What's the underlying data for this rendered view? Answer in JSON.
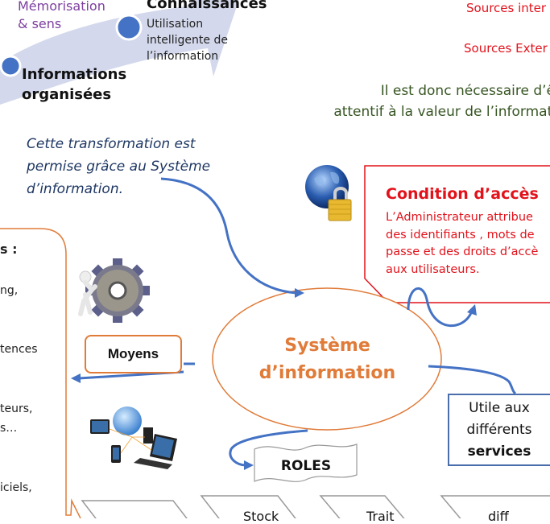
{
  "progression": {
    "memorisation": [
      "Mémorisation",
      "& sens"
    ],
    "connaissances_title": "Connaissances",
    "connaissances_sub": [
      "Utilisation",
      "intelligente de",
      "l’information"
    ],
    "informations": [
      "Informations",
      "organisées"
    ]
  },
  "sources": {
    "internes": "Sources inter",
    "externes": "Sources Exter"
  },
  "necessity": [
    "Il est donc nécessaire d’ê",
    "attentif à la valeur de l’informati"
  ],
  "transformation": [
    "Cette transformation est",
    "permise grâce au Système",
    "d’information."
  ],
  "condition_acces": {
    "title": "Condition d’accès",
    "body": [
      "L’Administrateur attribue",
      "des identifiants , mots de",
      "passe et des droits d’accè",
      "aux utilisateurs."
    ]
  },
  "left_box": {
    "lines": [
      "s :",
      "ng,",
      "tences",
      "teurs,",
      "s…",
      "iciels,"
    ]
  },
  "moyens": "Moyens",
  "systeme": [
    "Système",
    "d’information"
  ],
  "utile": [
    "Utile aux",
    "différents",
    "services"
  ],
  "roles": "ROLES",
  "chevrons": [
    "",
    "Stock",
    "Trait",
    "diff"
  ],
  "colors": {
    "arrow_band": "#d3d8ec",
    "dot": "#4472c4",
    "connector": "#4472c4",
    "orange": "#e07b39",
    "red": "#e2121b",
    "green_text": "#375623",
    "navy_text": "#1f3864",
    "purple_text": "#7d3fa0"
  },
  "icons": {
    "globe_lock": "globe-lock-icon",
    "gear": "gear-person-icon",
    "devices": "network-devices-icon"
  }
}
